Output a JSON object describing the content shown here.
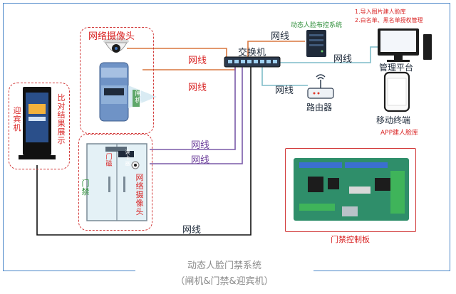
{
  "title": "动态人脸门禁系统",
  "subtitle": "（闸机&门禁&迎宾机）",
  "network_cable": "网线",
  "switch": "交换机",
  "face_control_system": "动态人脸布控系统",
  "notes": [
    "1.导入图片建人脸库",
    "2.白名单、黑名单授权管理"
  ],
  "management_platform": "管理平台",
  "router": "路由器",
  "mobile_terminal": "移动终端",
  "app_face_library": "APP建人脸库",
  "network_camera_top": "网络摄像头",
  "network_camera_door": "网络摄像头",
  "gate_device_label": "闸机",
  "welcome_machine": "迎宾机",
  "compare_result": "比对结果展示",
  "door_access": "门禁",
  "door_magnet": "门磁",
  "door_reader": "读卡器",
  "access_board": "门禁控制板",
  "colors": {
    "frame": "#4a86c8",
    "dashed": "#d23a3a",
    "red_line": "#d9773f",
    "purple_line": "#7a5aa8",
    "cyan_line": "#7fbcc8",
    "black_line": "#111111"
  }
}
